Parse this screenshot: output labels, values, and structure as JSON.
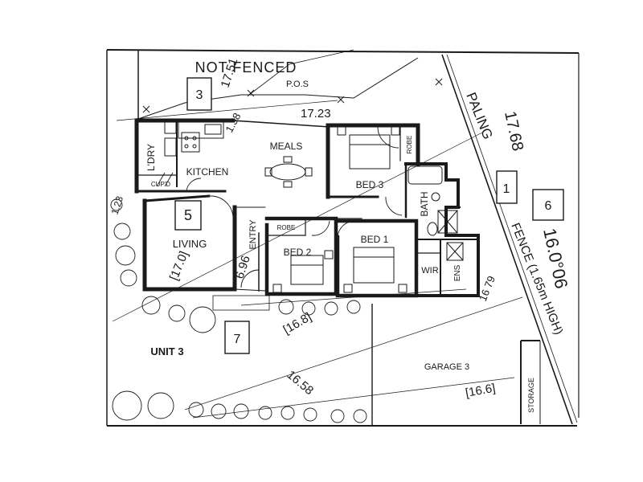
{
  "rooms": {
    "pos": "NOT FENCED",
    "pos_sub": "P.O.S",
    "laundry": "L'DRY",
    "cupboard": "CUP'D",
    "kitchen": "KITCHEN",
    "meals": "MEALS",
    "bed3": "BED 3",
    "robe_top": "ROBE",
    "bath": "BATH",
    "living": "LIVING",
    "entry": "ENTRY",
    "robe_bed2": "ROBE",
    "bed2": "BED 2",
    "bed1": "BED 1",
    "wir": "WIR",
    "ens": "ENS",
    "unit": "UNIT 3",
    "garage": "GARAGE 3",
    "storage": "STORAGE"
  },
  "fence": {
    "top": "PALING",
    "bottom": "FENCE (1.65m HIGH)"
  },
  "markers": [
    "3",
    "1",
    "6",
    "5",
    "7"
  ],
  "dimensions": {
    "d1751": "17.51",
    "d1723": "17.23",
    "d138": "1.38",
    "d1768": "17.68",
    "d1600": "16.0°06",
    "d1679": "16 79",
    "d170": "[17.0]",
    "d696": "6.96",
    "d123": "1.23",
    "d168": "[16.8]",
    "d1658": "16.58",
    "d166": "[16.6]"
  }
}
